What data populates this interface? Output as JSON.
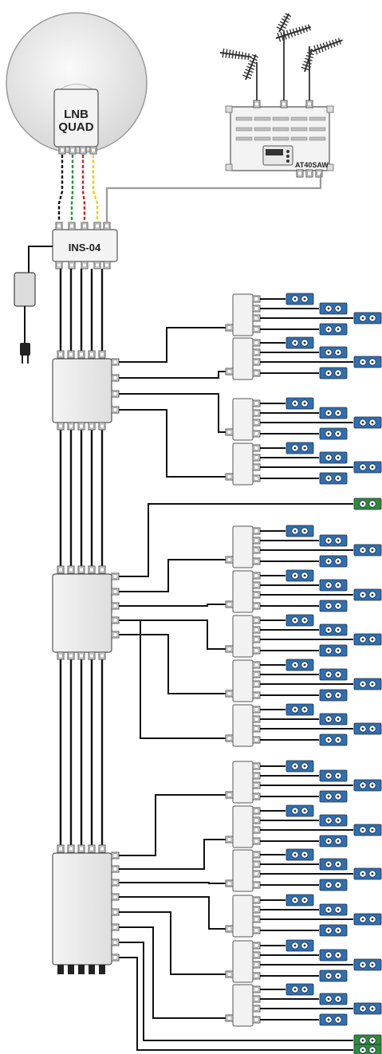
{
  "labels": {
    "lnb_line1": "LNB",
    "lnb_line2": "QUAD",
    "amplifier": "AT40SAW",
    "switch": "INS-04"
  },
  "colors": {
    "lnb_cables": [
      "#111111",
      "#1a9b2a",
      "#d21f1f",
      "#e6d300"
    ],
    "trunk_cable": "#111111",
    "tv_outlet": "#2f6fb3",
    "radio_outlet": "#2e8b3a",
    "terrestrial_cable": "#9a9a9a"
  },
  "icons": [
    "satellite-dish-icon",
    "yagi-antenna-icon",
    "power-adapter-icon",
    "power-plug-icon",
    "tv-outlet-icon",
    "radio-outlet-icon"
  ],
  "structure": {
    "lnb_outputs": 4,
    "multiswitch_stages": 3,
    "stage_outputs": [
      4,
      5,
      8
    ],
    "outlets_per_splitter": 4,
    "direct_green_outlets": 3
  }
}
